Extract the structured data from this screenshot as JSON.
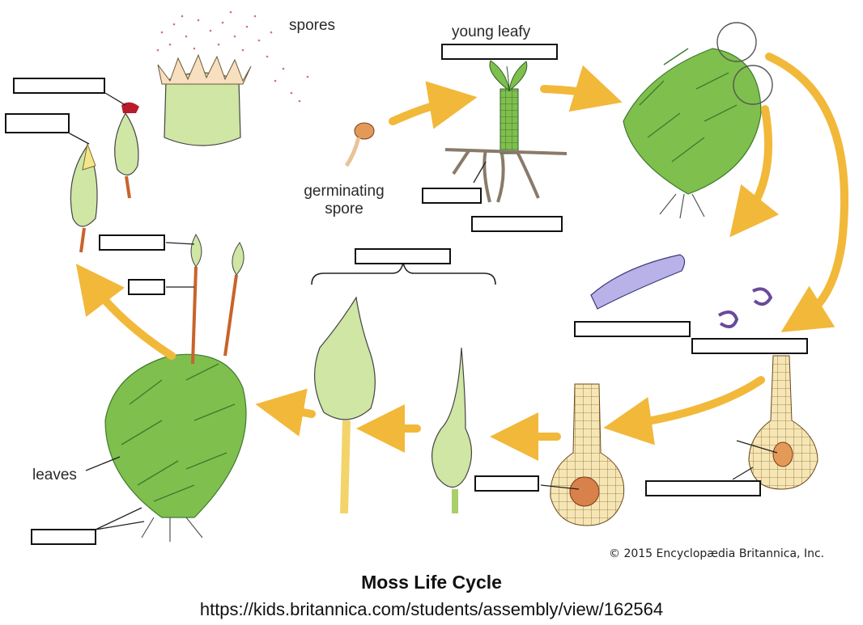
{
  "labels": {
    "spores": "spores",
    "young_leafy": "young leafy",
    "germinating_spore": "germinating\nspore",
    "leaves": "leaves"
  },
  "credit": "© 2015 Encyclopædia Britannica, Inc.",
  "title": "Moss Life Cycle",
  "url": "https://kids.britannica.com/students/assembly/view/162564",
  "colors": {
    "arrow": "#f2b83a",
    "leaf": "#7fbf4d",
    "leaf_dark": "#3f7a2e",
    "capsule": "#d9ebb4",
    "stalk": "#c9632a",
    "tissue": "#f6e6b5"
  }
}
